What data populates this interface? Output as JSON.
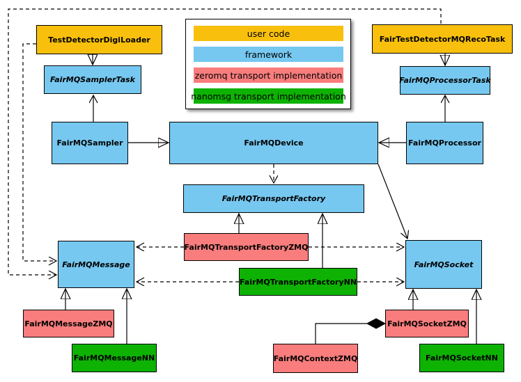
{
  "colors": {
    "user_code": "#F8C00D",
    "framework": "#76C8F0",
    "zeromq": "#F97D7D",
    "nanomsg": "#0DB203",
    "line": "#000000"
  },
  "legend": {
    "items": [
      {
        "label": "user code",
        "category": "user_code"
      },
      {
        "label": "framework",
        "category": "framework"
      },
      {
        "label": "zeromq transport implementation",
        "category": "zeromq"
      },
      {
        "label": "nanomsg transport implementation",
        "category": "nanomsg"
      }
    ]
  },
  "nodes": {
    "digi_loader": {
      "label": "TestDetectorDigiLoader",
      "category": "user_code",
      "abstract": false
    },
    "reco_task": {
      "label": "FairTestDetectorMQRecoTask",
      "category": "user_code",
      "abstract": false
    },
    "sampler_task": {
      "label": "FairMQSamplerTask",
      "category": "framework",
      "abstract": true
    },
    "processor_task": {
      "label": "FairMQProcessorTask",
      "category": "framework",
      "abstract": true
    },
    "sampler": {
      "label": "FairMQSampler",
      "category": "framework",
      "abstract": false
    },
    "device": {
      "label": "FairMQDevice",
      "category": "framework",
      "abstract": false
    },
    "processor": {
      "label": "FairMQProcessor",
      "category": "framework",
      "abstract": false
    },
    "transport_factory": {
      "label": "FairMQTransportFactory",
      "category": "framework",
      "abstract": true
    },
    "transport_factory_zmq": {
      "label": "FairMQTransportFactoryZMQ",
      "category": "zeromq",
      "abstract": false
    },
    "transport_factory_nn": {
      "label": "FairMQTransportFactoryNN",
      "category": "nanomsg",
      "abstract": false
    },
    "message": {
      "label": "FairMQMessage",
      "category": "framework",
      "abstract": true
    },
    "socket": {
      "label": "FairMQSocket",
      "category": "framework",
      "abstract": true
    },
    "message_zmq": {
      "label": "FairMQMessageZMQ",
      "category": "zeromq",
      "abstract": false
    },
    "message_nn": {
      "label": "FairMQMessageNN",
      "category": "nanomsg",
      "abstract": false
    },
    "socket_zmq": {
      "label": "FairMQSocketZMQ",
      "category": "zeromq",
      "abstract": false
    },
    "socket_nn": {
      "label": "FairMQSocketNN",
      "category": "nanomsg",
      "abstract": false
    },
    "context_zmq": {
      "label": "FairMQContextZMQ",
      "category": "zeromq",
      "abstract": false
    }
  },
  "edges": [
    {
      "from": "digi_loader",
      "to": "sampler_task",
      "type": "inheritance"
    },
    {
      "from": "reco_task",
      "to": "processor_task",
      "type": "inheritance"
    },
    {
      "from": "sampler",
      "to": "device",
      "type": "inheritance"
    },
    {
      "from": "processor",
      "to": "device",
      "type": "inheritance"
    },
    {
      "from": "sampler",
      "to": "sampler_task",
      "type": "association"
    },
    {
      "from": "processor",
      "to": "processor_task",
      "type": "association"
    },
    {
      "from": "device",
      "to": "transport_factory",
      "type": "dependency"
    },
    {
      "from": "device",
      "to": "socket",
      "type": "association"
    },
    {
      "from": "transport_factory_zmq",
      "to": "transport_factory",
      "type": "inheritance"
    },
    {
      "from": "transport_factory_nn",
      "to": "transport_factory",
      "type": "inheritance"
    },
    {
      "from": "transport_factory_zmq",
      "to": "message",
      "type": "dependency"
    },
    {
      "from": "transport_factory_zmq",
      "to": "socket",
      "type": "dependency"
    },
    {
      "from": "transport_factory_nn",
      "to": "message",
      "type": "dependency"
    },
    {
      "from": "transport_factory_nn",
      "to": "socket",
      "type": "dependency"
    },
    {
      "from": "digi_loader",
      "to": "message",
      "type": "dependency"
    },
    {
      "from": "reco_task",
      "to": "message",
      "type": "dependency"
    },
    {
      "from": "message_zmq",
      "to": "message",
      "type": "inheritance"
    },
    {
      "from": "message_nn",
      "to": "message",
      "type": "inheritance"
    },
    {
      "from": "socket_zmq",
      "to": "socket",
      "type": "inheritance"
    },
    {
      "from": "socket_nn",
      "to": "socket",
      "type": "inheritance"
    },
    {
      "from": "context_zmq",
      "to": "socket_zmq",
      "type": "composition"
    }
  ]
}
